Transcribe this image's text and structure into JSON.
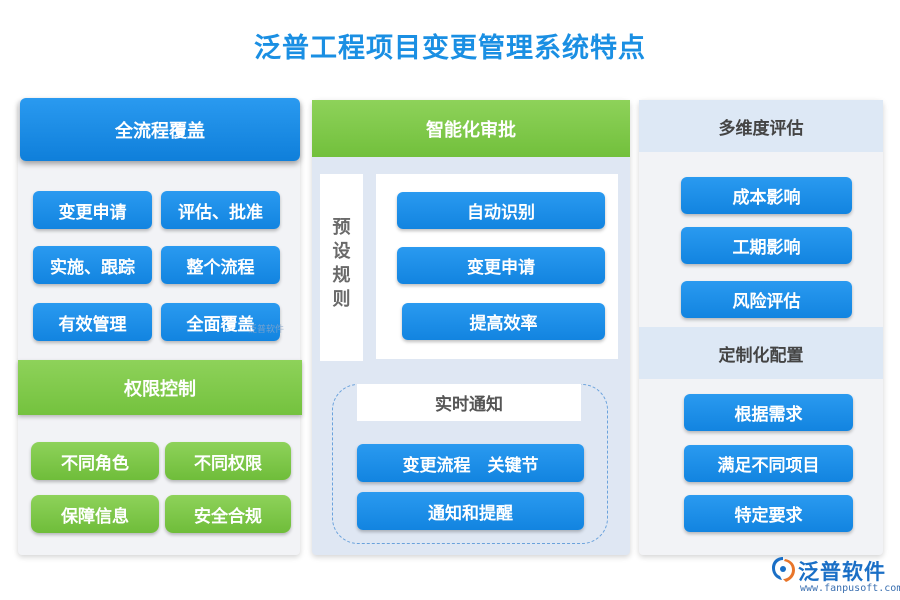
{
  "title": "泛普工程项目变更管理系统特点",
  "column1": {
    "header": "全流程覆盖",
    "items": [
      "变更申请",
      "评估、批准",
      "实施、跟踪",
      "整个流程",
      "有效管理",
      "全面覆盖"
    ],
    "section2_header": "权限控制",
    "section2_items": [
      "不同角色",
      "不同权限",
      "保障信息",
      "安全合规"
    ]
  },
  "column2": {
    "header": "智能化审批",
    "preset_label": "预设规则",
    "rules": [
      "自动识别",
      "变更申请",
      "提高效率"
    ],
    "realtime_title": "实时通知",
    "realtime_items": [
      "变更流程　关键节",
      "通知和提醒"
    ]
  },
  "column3": {
    "header": "多维度评估",
    "items": [
      "成本影响",
      "工期影响",
      "风险评估"
    ],
    "section2_header": "定制化配置",
    "section2_items": [
      "根据需求",
      "满足不同项目",
      "特定要求"
    ]
  },
  "watermark": "泛普软件",
  "logo": {
    "name": "泛普软件",
    "url": "www.fanpusoft.com"
  },
  "colors": {
    "blue": "#1a8fe3",
    "green": "#7cc545",
    "panel": "#f2f3f6",
    "light_blue": "#dde8f5"
  }
}
